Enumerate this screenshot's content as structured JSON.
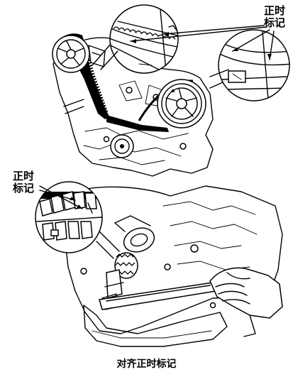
{
  "labels": {
    "top_timing_mark": "正时\n标记",
    "bottom_timing_mark": "正时\n标记"
  },
  "caption": "对齐正时标记"
}
